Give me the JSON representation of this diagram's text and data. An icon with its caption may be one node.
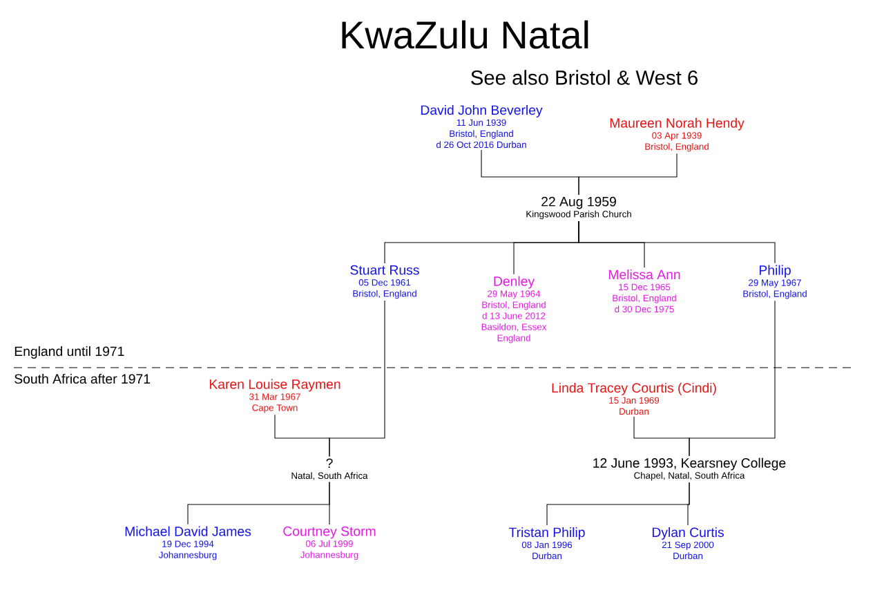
{
  "diagram": {
    "title": "KwaZulu Natal",
    "nodes": [
      {
        "text": [
          "David John Beverley",
          "11 Jun 1939",
          "Bristol, England",
          "d 26 Oct 2016 Durban"
        ]
      },
      {
        "text": [
          "Maureen Norah Hendy",
          "03 Apr 1939",
          "Bristol, England"
        ]
      },
      {
        "text": [
          "22 Aug 1959",
          "Kingswood Parish Church"
        ]
      },
      {
        "text": [
          "Stuart Russ",
          "05 Dec 1961",
          "Bristol, England"
        ]
      },
      {
        "text": [
          "Denley",
          "29 May 1964",
          "Bristol, England",
          "d 13 June 2012",
          "Basildon, Essex",
          "England"
        ]
      },
      {
        "text": [
          "Melissa Ann",
          "15 Dec 1965",
          "Bristol, England",
          "d 30 Dec 1975"
        ]
      },
      {
        "text": [
          "Philip",
          "29 May 1967",
          "Bristol, England"
        ]
      },
      {
        "text": [
          "Karen Louise Raymen",
          "31 Mar 1967",
          "Cape Town"
        ]
      },
      {
        "text": [
          "?",
          "Natal, South Africa"
        ]
      },
      {
        "text": [
          "Linda Tracey Courtis (Cindi)",
          "15 Jan 1969",
          "Durban"
        ]
      },
      {
        "text": [
          "12 June 1993, Kearsney College",
          "Chapel, Natal, South Africa"
        ]
      },
      {
        "text": [
          "Michael David James",
          "19 Dec 1994",
          "Johannesburg"
        ]
      },
      {
        "text": [
          "Courtney Storm",
          "06 Jul 1999",
          "Johannesburg"
        ]
      },
      {
        "text": [
          "Tristan Philip",
          "08 Jan 1996",
          "Durban"
        ]
      },
      {
        "text": [
          "Dylan Curtis",
          "21 Sep 2000",
          "Durban"
        ]
      }
    ],
    "edges": [
      {
        "from": 0,
        "to": 2,
        "arrow": "none"
      },
      {
        "from": 1,
        "to": 2,
        "arrow": "none"
      },
      {
        "from": 2,
        "to": 3,
        "arrow": "none"
      },
      {
        "from": 2,
        "to": 4,
        "arrow": "none"
      },
      {
        "from": 2,
        "to": 5,
        "arrow": "none"
      },
      {
        "from": 2,
        "to": 6,
        "arrow": "none"
      },
      {
        "from": 3,
        "to": 8,
        "arrow": "none"
      },
      {
        "from": 7,
        "to": 8,
        "arrow": "none"
      },
      {
        "from": 6,
        "to": 10,
        "arrow": "none"
      },
      {
        "from": 9,
        "to": 10,
        "arrow": "none"
      },
      {
        "from": 8,
        "to": 11,
        "arrow": "none"
      },
      {
        "from": 8,
        "to": 12,
        "arrow": "none"
      },
      {
        "from": 10,
        "to": 13,
        "arrow": "none"
      },
      {
        "from": 10,
        "to": 14,
        "arrow": "none"
      }
    ],
    "labels": [
      "See also Bristol & West 6",
      "England until 1971",
      "South Africa after 1971"
    ]
  }
}
